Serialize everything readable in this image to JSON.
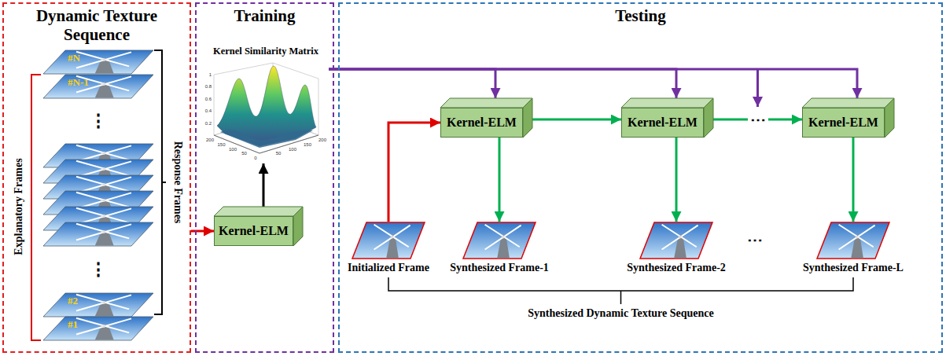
{
  "diagram": {
    "nodes": [
      {
        "text": [
          "Dynamic Texture Sequence"
        ]
      },
      {
        "text": [
          "Training"
        ]
      },
      {
        "text": [
          "Testing"
        ]
      },
      {
        "text": [
          "Kernel-ELM"
        ],
        "in": 1
      },
      {
        "text": [
          "Kernel Similarity Matrix"
        ],
        "in": 1
      },
      {
        "text": [
          "Kernel-ELM"
        ],
        "in": 2
      },
      {
        "text": [
          "Kernel-ELM"
        ],
        "in": 2
      },
      {
        "text": [
          "Kernel-ELM"
        ],
        "in": 2
      },
      {
        "text": [
          "Initialized Frame"
        ],
        "in": 2
      },
      {
        "text": [
          "Synthesized Frame-1"
        ],
        "in": 2
      },
      {
        "text": [
          "Synthesized Frame-2"
        ],
        "in": 2
      },
      {
        "text": [
          "Synthesized Frame-L"
        ],
        "in": 2
      }
    ],
    "edges": [
      {
        "from": 0,
        "to": 3,
        "arrow": "to"
      },
      {
        "from": 3,
        "to": 4,
        "arrow": "to"
      },
      {
        "from": 4,
        "to": 5,
        "arrow": "to"
      },
      {
        "from": 4,
        "to": 6,
        "arrow": "to"
      },
      {
        "from": 4,
        "to": 7,
        "arrow": "to"
      },
      {
        "from": 8,
        "to": 5,
        "arrow": "to"
      },
      {
        "from": 5,
        "to": 6,
        "arrow": "to"
      },
      {
        "from": 6,
        "to": 7,
        "label": "⋯",
        "arrow": "to"
      },
      {
        "from": 5,
        "to": 9,
        "arrow": "to"
      },
      {
        "from": 6,
        "to": 10,
        "arrow": "to"
      },
      {
        "from": 7,
        "to": 11,
        "arrow": "to"
      }
    ],
    "labels": [
      "#N",
      "#N-1",
      "⋮",
      "⋮",
      "#2",
      "#1",
      "Explanatory Frames",
      "Response Frames",
      "1",
      "0.8",
      "0.6",
      "0.4",
      "0.2",
      "200",
      "150",
      "100",
      "50",
      "0",
      "50",
      "100",
      "150",
      "200",
      "⋯",
      "Synthesized Dynamic Texture Sequence"
    ]
  }
}
